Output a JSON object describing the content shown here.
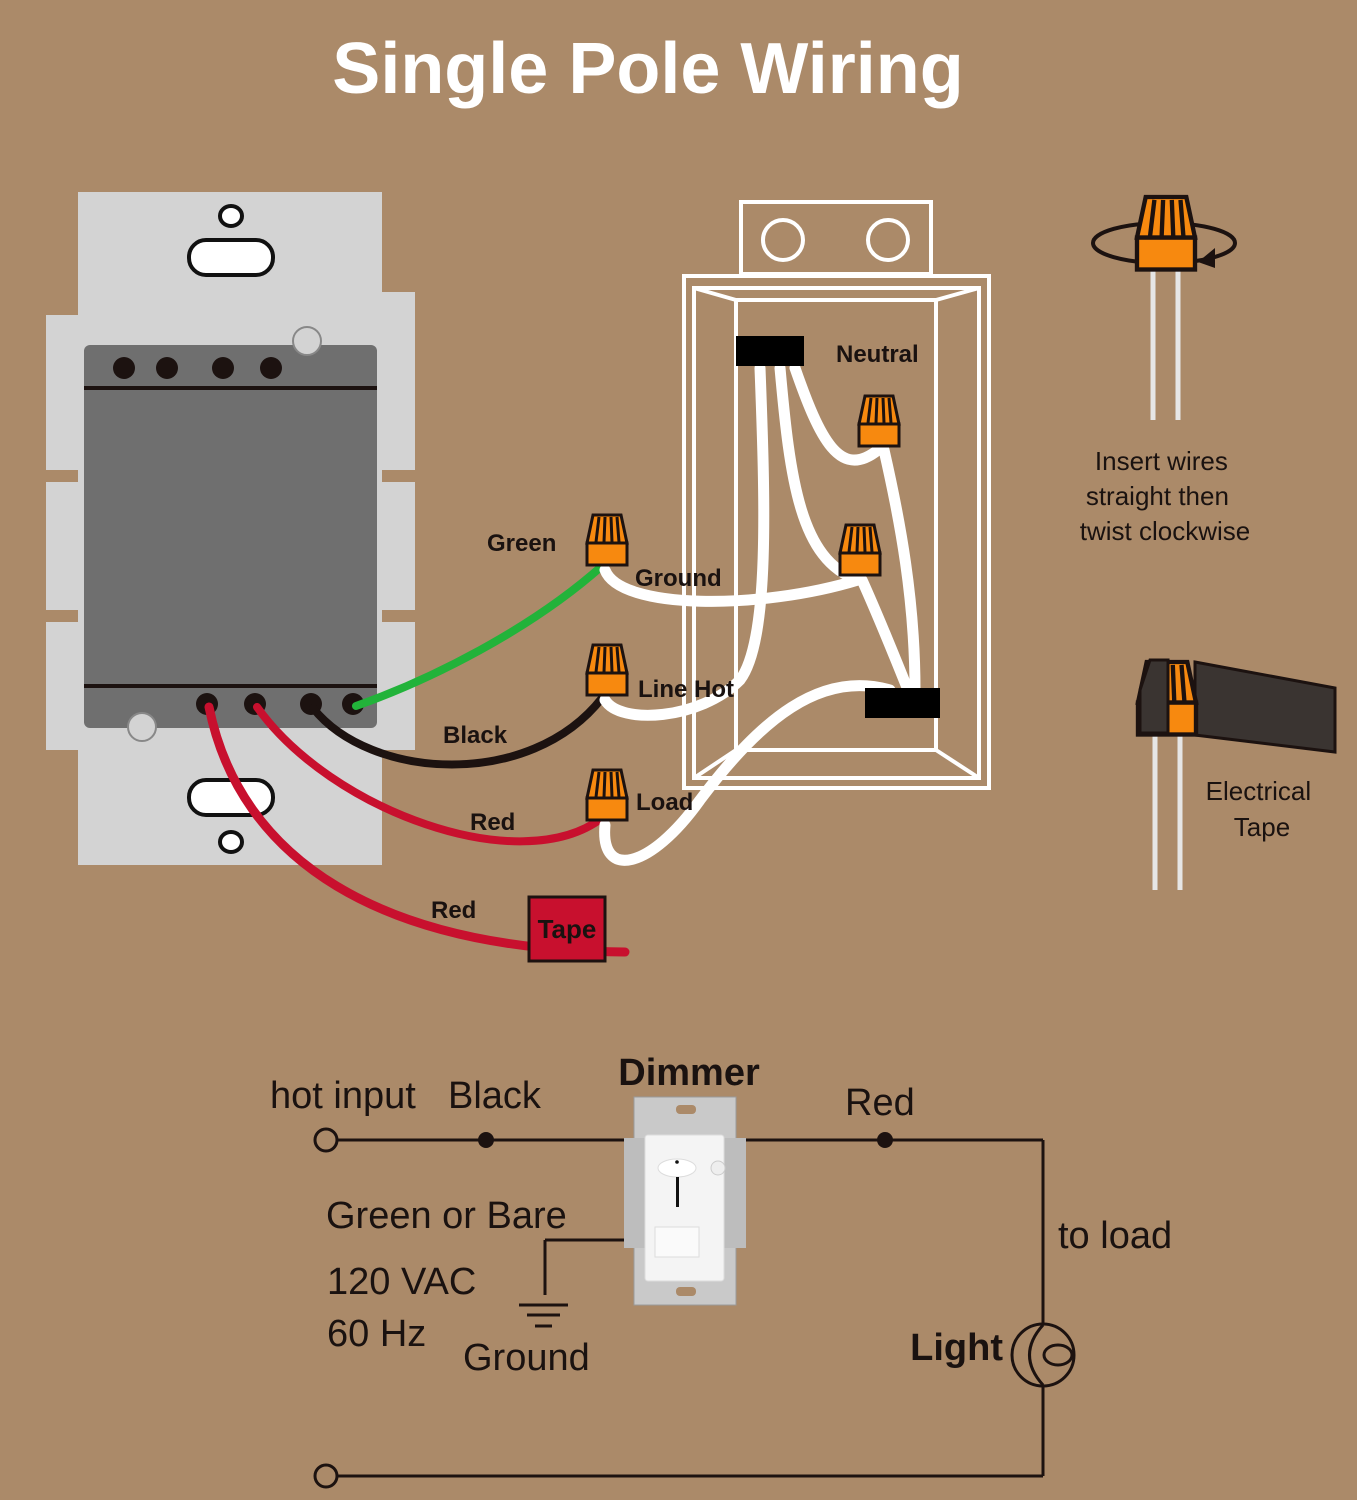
{
  "title": "Single Pole Wiring",
  "colors": {
    "background": "#ab8a69",
    "wire_green": "#22b33a",
    "wire_black": "#1c1210",
    "wire_red": "#c8102e",
    "wire_white": "#ffffff",
    "wire_nut": "#f7890f",
    "plate": "#d3d3d3",
    "switch_body": "#6f6f6f"
  },
  "switch_wiring": {
    "wire_labels": {
      "green": "Green",
      "black": "Black",
      "red_load": "Red",
      "red_capped": "Red"
    },
    "tape_label": "Tape"
  },
  "box_wiring": {
    "labels": {
      "neutral": "Neutral",
      "ground": "Ground",
      "line_hot": "Line Hot",
      "load": "Load"
    }
  },
  "instructions": {
    "wire_nut_lines": [
      "Insert wires",
      "straight then",
      "twist clockwise"
    ],
    "tape_lines": [
      "Electrical",
      "Tape"
    ]
  },
  "schematic": {
    "hot_input": "hot input",
    "black": "Black",
    "dimmer": "Dimmer",
    "red": "Red",
    "green_or_bare": "Green or Bare",
    "voltage": "120 VAC",
    "frequency": "60 Hz",
    "ground": "Ground",
    "to_load": "to load",
    "light": "Light"
  }
}
